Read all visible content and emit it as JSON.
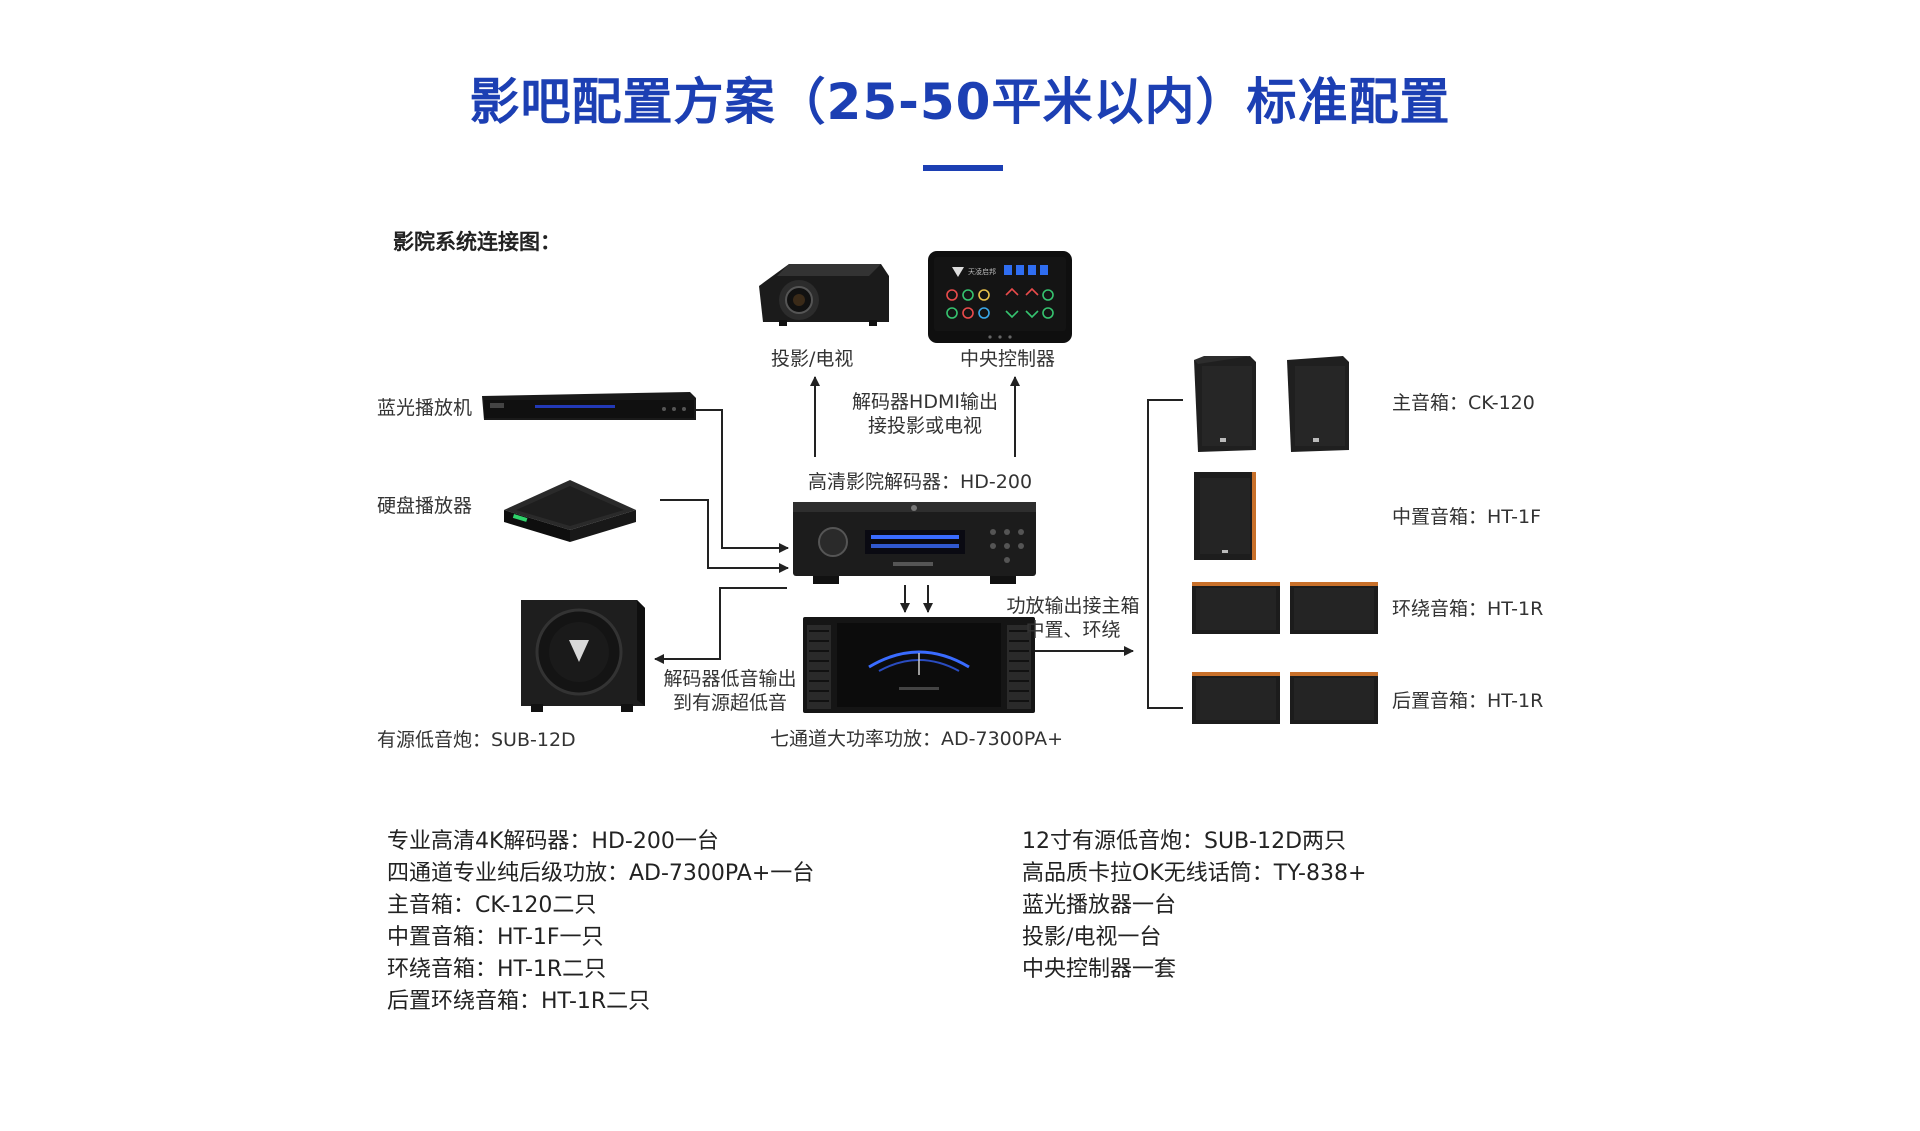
{
  "title": "影吧配置方案（25-50平米以内）标准配置",
  "subtitle": "影院系统连接图：",
  "devices": {
    "projector": "投影/电视",
    "controller": "中央控制器",
    "bluray": "蓝光播放机",
    "hdd_player": "硬盘播放器",
    "decoder": "高清影院解码器：HD-200",
    "amplifier": "七通道大功率功放：AD-7300PA+",
    "subwoofer": "有源低音炮：SUB-12D",
    "main_speaker": "主音箱：CK-120",
    "center_speaker": "中置音箱：HT-1F",
    "surround_speaker": "环绕音箱：HT-1R",
    "rear_speaker": "后置音箱：HT-1R"
  },
  "annotations": {
    "hdmi_out_line1": "解码器HDMI输出",
    "hdmi_out_line2": "接投影或电视",
    "amp_out_line1": "功放输出接主箱",
    "amp_out_line2": "中置、环绕",
    "sub_out_line1": "解码器低音输出",
    "sub_out_line2": "到有源超低音"
  },
  "controller_screen": {
    "brand": "天凌启邦"
  },
  "spec_left": [
    "专业高清4K解码器：HD-200一台",
    "四通道专业纯后级功放：AD-7300PA+一台",
    "主音箱：CK-120二只",
    "中置音箱：HT-1F一只",
    "环绕音箱：HT-1R二只",
    "后置环绕音箱：HT-1R二只"
  ],
  "spec_right": [
    "12寸有源低音炮：SUB-12D两只",
    "高品质卡拉OK无线话筒：TY-838+",
    "蓝光播放器一台",
    "投影/电视一台",
    "中央控制器一套"
  ],
  "colors": {
    "title": "#1c3fb3",
    "device_dark": "#1a1a1a",
    "speaker_trim": "#c8702a",
    "display_blue": "#3a6cff"
  }
}
